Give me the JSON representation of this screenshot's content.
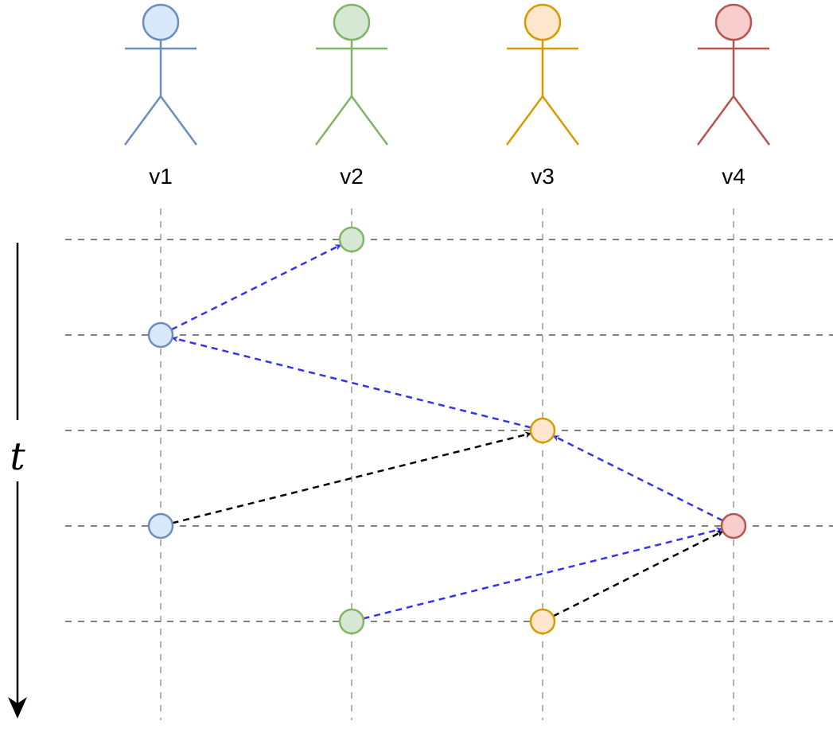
{
  "actors": [
    {
      "id": "v1",
      "label": "v1",
      "stroke": "#6c8ebf",
      "fill": "#dae8fc"
    },
    {
      "id": "v2",
      "label": "v2",
      "stroke": "#82b366",
      "fill": "#d5e8d4"
    },
    {
      "id": "v3",
      "label": "v3",
      "stroke": "#d79b00",
      "fill": "#ffe6cc"
    },
    {
      "id": "v4",
      "label": "v4",
      "stroke": "#b85450",
      "fill": "#f8cecc"
    }
  ],
  "time_axis": {
    "label": "t"
  },
  "time_steps": 5,
  "events": [
    {
      "id": "e1",
      "actor": "v2",
      "step": 0
    },
    {
      "id": "e2",
      "actor": "v1",
      "step": 1
    },
    {
      "id": "e3",
      "actor": "v3",
      "step": 2
    },
    {
      "id": "e4",
      "actor": "v1",
      "step": 3
    },
    {
      "id": "e5",
      "actor": "v4",
      "step": 3
    },
    {
      "id": "e6",
      "actor": "v2",
      "step": 4
    },
    {
      "id": "e7",
      "actor": "v3",
      "step": 4
    }
  ],
  "messages": [
    {
      "from": "e2",
      "to": "e1",
      "style": "blue"
    },
    {
      "from": "e3",
      "to": "e2",
      "style": "blue"
    },
    {
      "from": "e5",
      "to": "e3",
      "style": "blue"
    },
    {
      "from": "e6",
      "to": "e5",
      "style": "blue"
    },
    {
      "from": "e4",
      "to": "e3",
      "style": "black"
    },
    {
      "from": "e7",
      "to": "e5",
      "style": "black"
    }
  ],
  "colors": {
    "blue_arrow": "#3333ee",
    "black_arrow": "#000000",
    "grid_horizontal": "#808080",
    "grid_vertical": "#b3b3b3"
  }
}
